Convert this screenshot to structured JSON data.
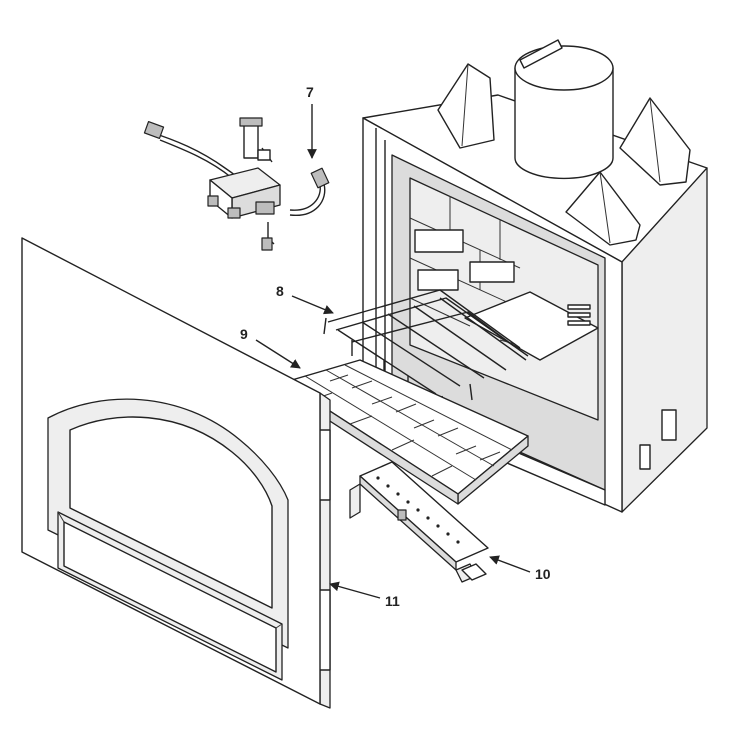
{
  "colors": {
    "line": "#222222",
    "background": "#ffffff",
    "shade_light": "#eeeeee",
    "shade_mid": "#dcdcdc",
    "shade_dark": "#bdbdbd"
  },
  "callouts": [
    {
      "id": "7",
      "label": "7"
    },
    {
      "id": "8",
      "label": "8"
    },
    {
      "id": "9",
      "label": "9"
    },
    {
      "id": "10",
      "label": "10"
    },
    {
      "id": "11",
      "label": "11"
    }
  ]
}
